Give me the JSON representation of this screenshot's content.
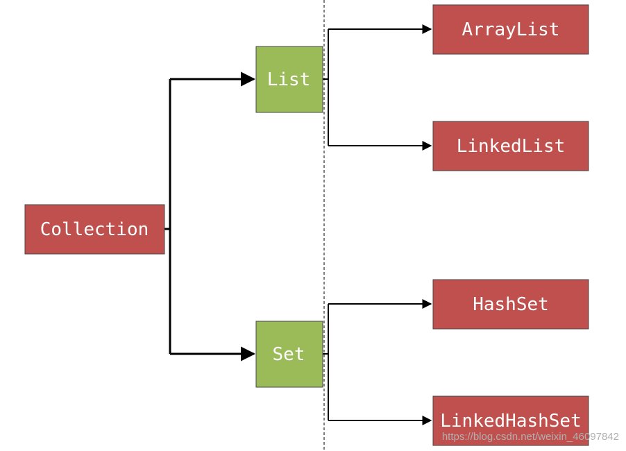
{
  "nodes": {
    "collection": "Collection",
    "list": "List",
    "set": "Set",
    "arraylist": "ArrayList",
    "linkedlist": "LinkedList",
    "hashset": "HashSet",
    "linkedhashset": "LinkedHashSet"
  },
  "colors": {
    "red_box": "#c0504d",
    "green_box": "#9bbb59",
    "line": "#000000"
  },
  "watermark": "https://blog.csdn.net/weixin_46097842"
}
